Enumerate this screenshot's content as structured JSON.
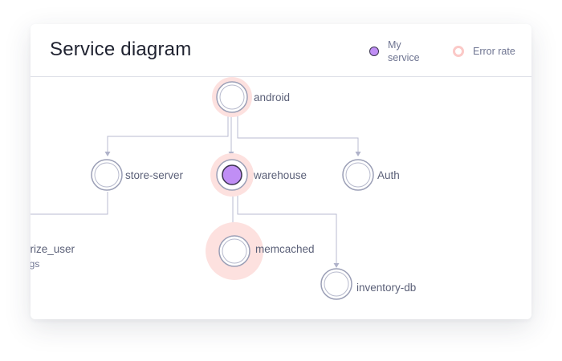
{
  "title": "Service diagram",
  "legend": {
    "my_service": "My service",
    "error_rate": "Error rate"
  },
  "nodes": {
    "android": "android",
    "store_server": "store-server",
    "warehouse": "warehouse",
    "auth": "Auth",
    "authorize_user": "orize_user",
    "authorize_user_sub": "ogs",
    "memcached": "memcached",
    "inventory_db": "inventory-db"
  },
  "colors": {
    "my_service_fill": "#c08ef5",
    "error_ring": "#fbc9c7",
    "node_ring": "#9b9fb6",
    "edge": "#b9bbd0",
    "title": "#1f2230",
    "label": "#5b6078"
  }
}
